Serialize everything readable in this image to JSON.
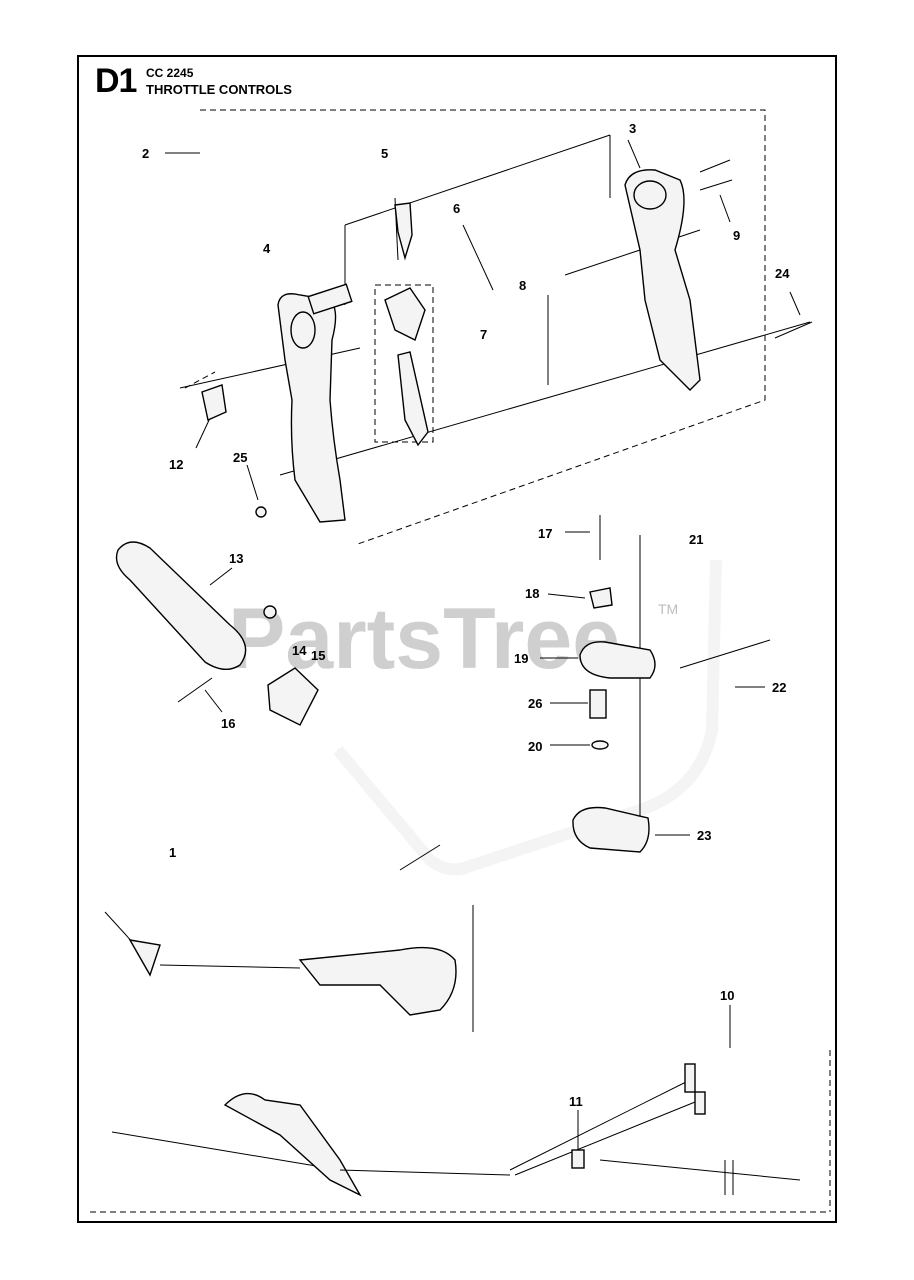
{
  "header": {
    "code": "D1",
    "model": "CC 2245",
    "title": "THROTTLE CONTROLS"
  },
  "watermark": {
    "text": "PartsTree",
    "mark": "TM"
  },
  "callouts": [
    "1",
    "2",
    "3",
    "4",
    "5",
    "6",
    "7",
    "8",
    "9",
    "10",
    "11",
    "12",
    "13",
    "14",
    "15",
    "16",
    "17",
    "18",
    "19",
    "20",
    "21",
    "22",
    "23",
    "24",
    "25",
    "26"
  ]
}
